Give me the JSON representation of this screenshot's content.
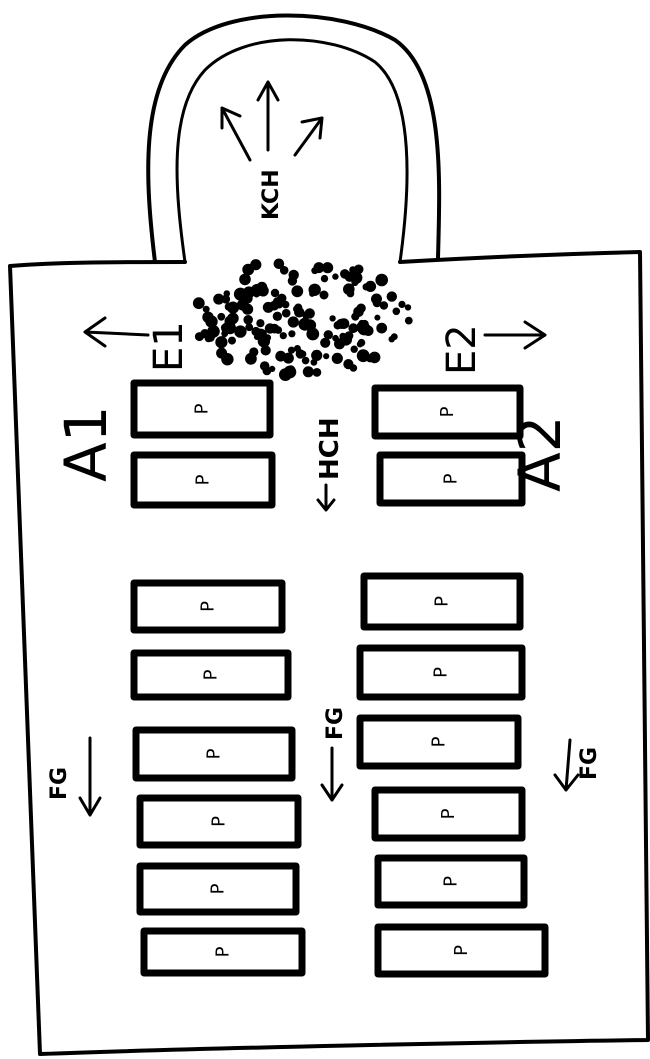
{
  "labels": {
    "source": "KCH",
    "channel": "HCH",
    "flow": "FG",
    "exit_left": "E1",
    "exit_right": "E2",
    "area_left": "A1",
    "area_right": "A2",
    "plate": "P"
  },
  "plates_left": [
    {
      "label": "P"
    },
    {
      "label": "P"
    },
    {
      "label": "P"
    },
    {
      "label": "P"
    },
    {
      "label": "P"
    },
    {
      "label": "P"
    },
    {
      "label": "P"
    },
    {
      "label": "P"
    }
  ],
  "plates_right": [
    {
      "label": "P"
    },
    {
      "label": "P"
    },
    {
      "label": "P"
    },
    {
      "label": "P"
    },
    {
      "label": "P"
    },
    {
      "label": "P"
    },
    {
      "label": "P"
    },
    {
      "label": "P"
    }
  ]
}
